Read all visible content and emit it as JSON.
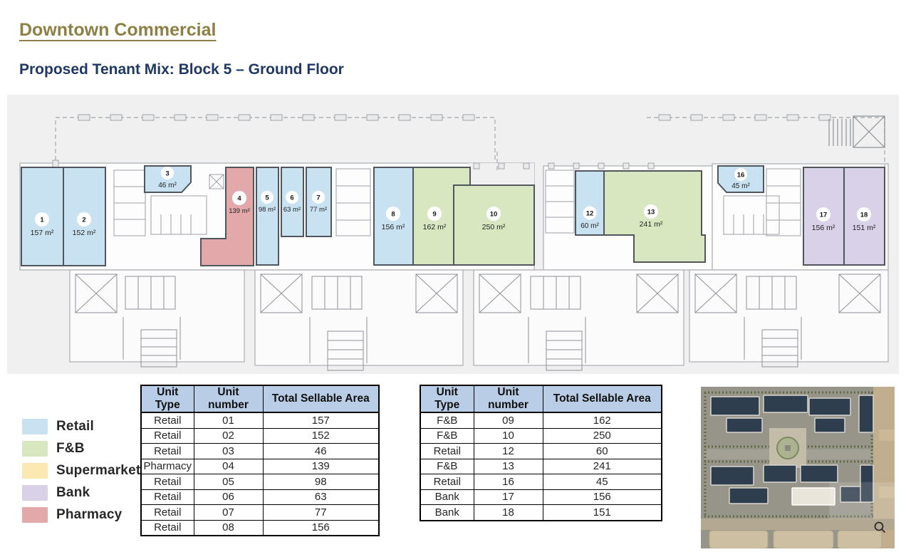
{
  "page": {
    "title": "Downtown Commercial",
    "subtitle": "Proposed Tenant Mix: Block 5 – Ground Floor"
  },
  "theme": {
    "title_color": "#8e7f44",
    "subtitle_color": "#1f3864",
    "table_header_bg": "#b9cde6",
    "plan_wall_color": "#50565c"
  },
  "legend": {
    "items": [
      {
        "label": "Retail",
        "color": "#c9e2f1"
      },
      {
        "label": "F&B",
        "color": "#d9e7c1"
      },
      {
        "label": "Supermarket",
        "color": "#fce9b2"
      },
      {
        "label": "Bank",
        "color": "#d8d1e8"
      },
      {
        "label": "Pharmacy",
        "color": "#e3a8aa"
      }
    ]
  },
  "plan": {
    "units": [
      {
        "n": "1",
        "type": "Retail",
        "area": "157 m²"
      },
      {
        "n": "2",
        "type": "Retail",
        "area": "152 m²"
      },
      {
        "n": "3",
        "type": "Retail",
        "area": "46 m²"
      },
      {
        "n": "4",
        "type": "Pharmacy",
        "area": "139 m²"
      },
      {
        "n": "5",
        "type": "Retail",
        "area": "98 m²"
      },
      {
        "n": "6",
        "type": "Retail",
        "area": "63 m²"
      },
      {
        "n": "7",
        "type": "Retail",
        "area": "77 m²"
      },
      {
        "n": "8",
        "type": "Retail",
        "area": "156 m²"
      },
      {
        "n": "9",
        "type": "F&B",
        "area": "162 m²"
      },
      {
        "n": "10",
        "type": "F&B",
        "area": "250 m²"
      },
      {
        "n": "12",
        "type": "Retail",
        "area": "60 m²"
      },
      {
        "n": "13",
        "type": "F&B",
        "area": "241 m²"
      },
      {
        "n": "16",
        "type": "Retail",
        "area": "45 m²"
      },
      {
        "n": "17",
        "type": "Bank",
        "area": "156 m²"
      },
      {
        "n": "18",
        "type": "Bank",
        "area": "151 m²"
      }
    ]
  },
  "tables": [
    {
      "headers": [
        "Unit Type",
        "Unit number",
        "Total Sellable Area"
      ],
      "rows": [
        [
          "Retail",
          "01",
          "157"
        ],
        [
          "Retail",
          "02",
          "152"
        ],
        [
          "Retail",
          "03",
          "46"
        ],
        [
          "Pharmacy",
          "04",
          "139"
        ],
        [
          "Retail",
          "05",
          "98"
        ],
        [
          "Retail",
          "06",
          "63"
        ],
        [
          "Retail",
          "07",
          "77"
        ],
        [
          "Retail",
          "08",
          "156"
        ]
      ]
    },
    {
      "headers": [
        "Unit Type",
        "Unit number",
        "Total Sellable Area"
      ],
      "rows": [
        [
          "F&B",
          "09",
          "162"
        ],
        [
          "F&B",
          "10",
          "250"
        ],
        [
          "Retail",
          "12",
          "60"
        ],
        [
          "F&B",
          "13",
          "241"
        ],
        [
          "Retail",
          "16",
          "45"
        ],
        [
          "Bank",
          "17",
          "156"
        ],
        [
          "Bank",
          "18",
          "151"
        ]
      ]
    }
  ]
}
